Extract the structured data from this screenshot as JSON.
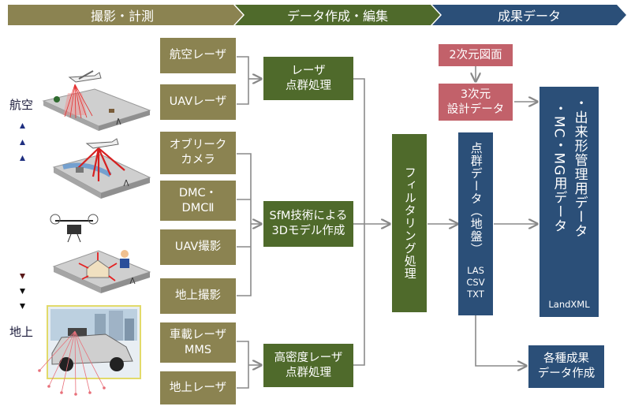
{
  "header": {
    "phase1": "撮影・計測",
    "phase2": "データ作成・編集",
    "phase3": "成果データ",
    "colors": {
      "phase1": "#8b8351",
      "phase2": "#4f6a2b",
      "phase3": "#2b4f78"
    }
  },
  "side": {
    "air": "航空",
    "ground": "地上"
  },
  "sources": {
    "s1": "航空レーザ",
    "s2": "UAVレーザ",
    "s3a": "オブリーク",
    "s3b": "カメラ",
    "s4a": "DMC・",
    "s4b": "DMCⅡ",
    "s5": "UAV撮影",
    "s6": "地上撮影",
    "s7a": "車載レーザ",
    "s7b": "MMS",
    "s8": "地上レーザ"
  },
  "process": {
    "p1a": "レーザ",
    "p1b": "点群処理",
    "p2a": "SfM技術による",
    "p2b": "3Dモデル作成",
    "p3a": "高密度レーザ",
    "p3b": "点群処理",
    "filter": "フィルタリング処理"
  },
  "outputs": {
    "drawing2d": "2次元図面",
    "design3d_a": "3次元",
    "design3d_b": "設計データ",
    "pointcloud": "点群データ（地盤）",
    "formats": [
      "LAS",
      "CSV",
      "TXT"
    ],
    "completion_a": "・出来形管理用データ",
    "completion_b": "・MC・MG用データ",
    "landxml": "LandXML",
    "misc_a": "各種成果",
    "misc_b": "データ作成"
  }
}
